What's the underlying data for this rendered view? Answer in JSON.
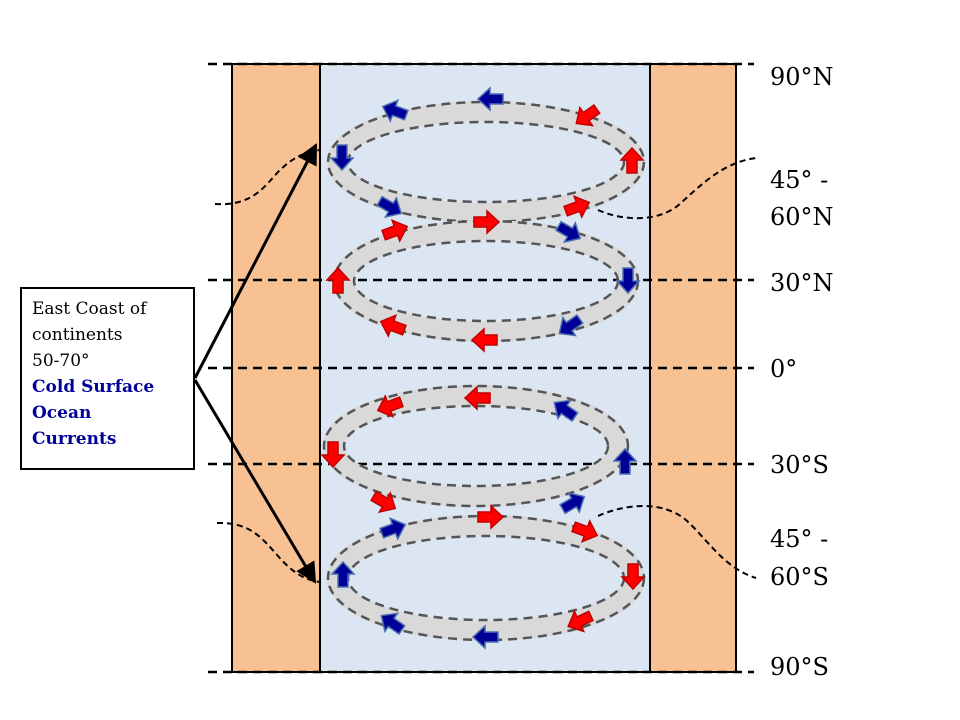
{
  "latitude_labels": {
    "n90": "90°N",
    "n45_60_line1": "45° -",
    "n45_60_line2": "60°N",
    "n30": "30°N",
    "equator": "0°",
    "s30": "30°S",
    "s45_60_line1": "45° -",
    "s45_60_line2": "60°S",
    "s90": "90°S"
  },
  "callout": {
    "line1": "East Coast of",
    "line2": "continents",
    "line3": "50-70°",
    "highlight_line1": "Cold Surface",
    "highlight_line2": "Ocean",
    "highlight_line3": "Currents"
  },
  "colors": {
    "continent": "#f8c193",
    "ocean": "#dce6f2",
    "gyre_band": "#d9d9d9",
    "cold_current": "#000099",
    "warm_current": "#ff0000",
    "highlight_text": "#000099"
  },
  "icons": {
    "warm": "warm-current-arrow-icon",
    "cold": "cold-current-arrow-icon"
  }
}
